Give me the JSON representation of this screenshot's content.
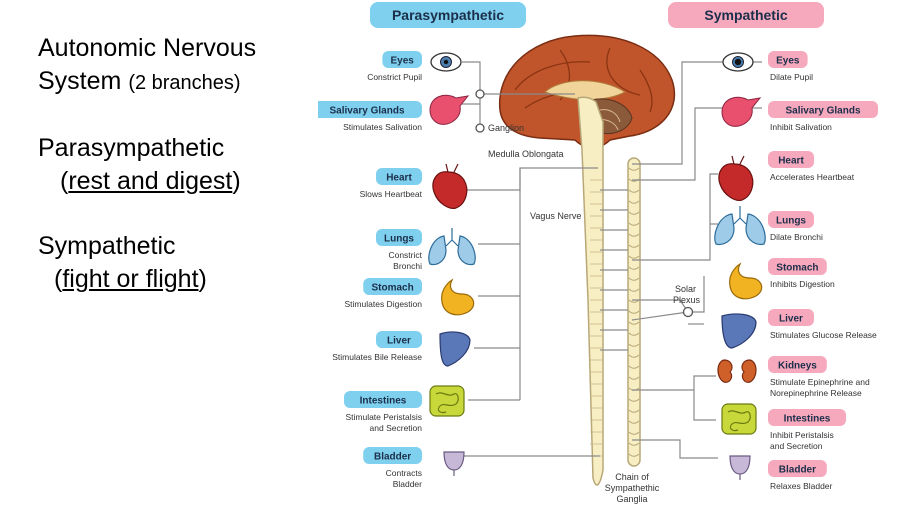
{
  "slide": {
    "title_line1": "Autonomic Nervous",
    "title_line2a": "System",
    "title_line2b": "(2 branches)",
    "para_heading": "Parasympathetic",
    "para_open": "(",
    "para_sub": "rest and digest",
    "para_close": ")",
    "symp_heading": "Sympathetic",
    "symp_open": "(",
    "symp_sub": "fight or flight",
    "symp_close": ")"
  },
  "diagram": {
    "para_header": "Parasympathetic",
    "symp_header": "Sympathetic",
    "para_color": "#7fd0ee",
    "symp_color": "#f6a8bd",
    "labels": {
      "ganglion": "Ganglion",
      "medulla": "Medulla Oblongata",
      "vagus": "Vagus Nerve",
      "solar1": "Solar",
      "solar2": "Plexus",
      "chain1": "Chain of",
      "chain2": "Sympathethic",
      "chain3": "Ganglia"
    },
    "left_organs": [
      {
        "name": "Eyes",
        "d1": "Constrict Pupil",
        "d2": ""
      },
      {
        "name": "Salivary Glands",
        "d1": "Stimulates Salivation",
        "d2": ""
      },
      {
        "name": "Heart",
        "d1": "Slows Heartbeat",
        "d2": ""
      },
      {
        "name": "Lungs",
        "d1": "Constrict",
        "d2": "Bronchi"
      },
      {
        "name": "Stomach",
        "d1": "Stimulates Digestion",
        "d2": ""
      },
      {
        "name": "Liver",
        "d1": "Stimulates Bile Release",
        "d2": ""
      },
      {
        "name": "Intestines",
        "d1": "Stimulate Peristalsis",
        "d2": "and Secretion"
      },
      {
        "name": "Bladder",
        "d1": "Contracts",
        "d2": "Bladder"
      }
    ],
    "right_organs": [
      {
        "name": "Eyes",
        "d1": "Dilate Pupil",
        "d2": ""
      },
      {
        "name": "Salivary Glands",
        "d1": "Inhibit Salivation",
        "d2": ""
      },
      {
        "name": "Heart",
        "d1": "Accelerates Heartbeat",
        "d2": ""
      },
      {
        "name": "Lungs",
        "d1": "Dilate Bronchi",
        "d2": ""
      },
      {
        "name": "Stomach",
        "d1": "Inhibits Digestion",
        "d2": ""
      },
      {
        "name": "Liver",
        "d1": "Stimulates Glucose Release",
        "d2": ""
      },
      {
        "name": "Kidneys",
        "d1": "Stimulate Epinephrine and",
        "d2": "Norepinephrine Release"
      },
      {
        "name": "Intestines",
        "d1": "Inhibit Peristalsis",
        "d2": "and Secretion"
      },
      {
        "name": "Bladder",
        "d1": "Relaxes Bladder",
        "d2": ""
      }
    ]
  }
}
